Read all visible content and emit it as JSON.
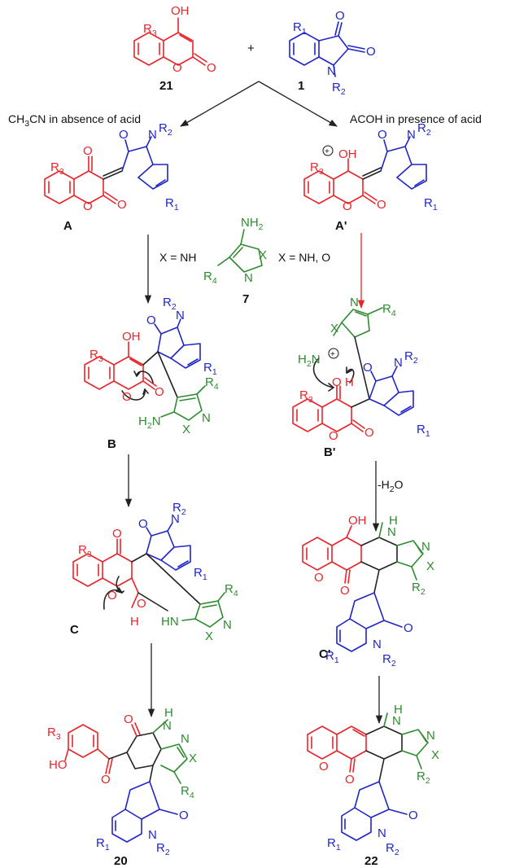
{
  "compounds": {
    "c21": "21",
    "c1": "1",
    "cA": "A",
    "cAp": "A'",
    "c7": "7",
    "cB": "B",
    "cBp": "B'",
    "cC": "C",
    "cCp": "C'",
    "c20": "20",
    "c22": "22"
  },
  "plus": "+",
  "conditions": {
    "left_pre": "CH",
    "left_sub": "3",
    "left_mid": "CN",
    "left_post": " in absence of acid",
    "right": "ACOH  in presence of acid",
    "x_nh": "X = NH",
    "x_nh_o": "X = NH, O",
    "dehydration_pre": "-H",
    "dehydration_sub": "2",
    "dehydration_post": "O"
  },
  "atoms": {
    "oh": "OH",
    "o": "O",
    "n": "N",
    "h": "H",
    "hn": "HN",
    "ho": "HO",
    "x": "X",
    "nh2": "NH",
    "nh2_sub": "2",
    "h2n": "H",
    "h2n_mid": "2",
    "h2n_n": "N",
    "r": "R",
    "r1": "1",
    "r2": "2",
    "r3": "3",
    "r4": "4",
    "plus_charge": "+"
  },
  "colors": {
    "coumarin": "#e8252a",
    "isatin": "#1f25c8",
    "aminoazole": "#2e8b2e",
    "arrow_acid": "#e8252a",
    "arrow": "#222222"
  }
}
